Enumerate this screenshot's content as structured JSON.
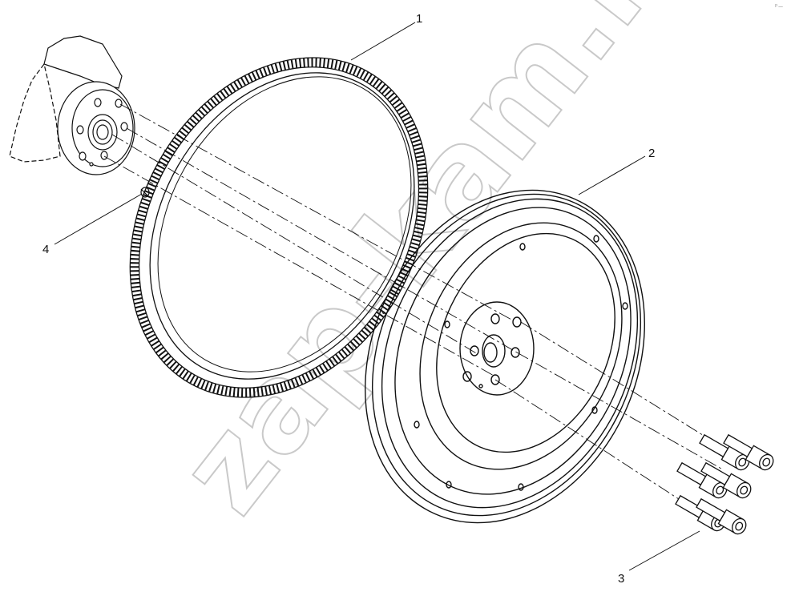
{
  "watermark": {
    "text": "zap-kam.ru"
  },
  "corner_mark": "ᵖ—",
  "callouts": [
    {
      "number": "1",
      "part": "ring-gear"
    },
    {
      "number": "2",
      "part": "flywheel"
    },
    {
      "number": "3",
      "part": "flywheel-bolts"
    },
    {
      "number": "4",
      "part": "dowel-pin"
    }
  ],
  "colors": {
    "line": "#111111",
    "watermark": "#c9c9c9",
    "background": "#ffffff"
  }
}
